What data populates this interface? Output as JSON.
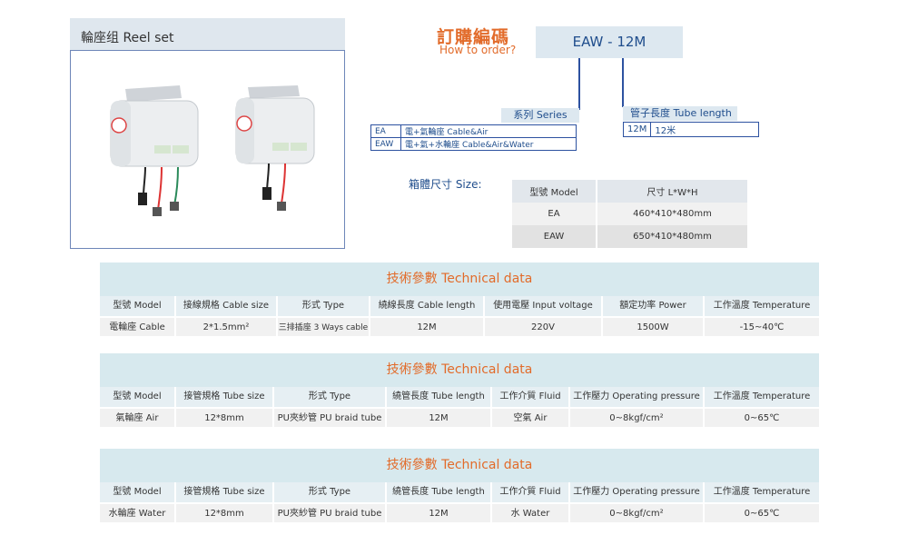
{
  "reel_set": {
    "title": "輪座组   Reel set"
  },
  "order": {
    "title": "訂購編碼",
    "subtitle": "How to order?",
    "model_code": "EAW - 12M",
    "series_label": "系列 Series",
    "series": [
      {
        "code": "EA",
        "desc": "電+氣輪座    Cable&Air"
      },
      {
        "code": "EAW",
        "desc": "電+氣+水輪座    Cable&Air&Water"
      }
    ],
    "tube_label": "管子長度  Tube length",
    "tube": [
      {
        "code": "12M",
        "desc": "12米"
      }
    ]
  },
  "size": {
    "label": "箱體尺寸    Size:",
    "headers": [
      "型號 Model",
      "尺寸 L*W*H"
    ],
    "rows": [
      [
        "EA",
        "460*410*480mm"
      ],
      [
        "EAW",
        "650*410*480mm"
      ]
    ]
  },
  "tech_tables": [
    {
      "title": "技術參數    Technical data",
      "headers": [
        "型號  Model",
        "接線規格  Cable size",
        "形式  Type",
        "繞線長度  Cable length",
        "使用電壓  Input voltage",
        "額定功率  Power",
        "工作溫度  Temperature"
      ],
      "values": [
        "電輪座  Cable",
        "2*1.5mm²",
        "三排插座  3 Ways cable",
        "12M",
        "220V",
        "1500W",
        "-15~40℃"
      ]
    },
    {
      "title": "技術參數    Technical data",
      "headers": [
        "型號  Model",
        "接管規格  Tube size",
        "形式  Type",
        "繞管長度  Tube length",
        "工作介質  Fluid",
        "工作壓力 Operating pressure",
        "工作溫度  Temperature"
      ],
      "values": [
        "氣輪座  Air",
        "12*8mm",
        "PU夾紗管  PU braid tube",
        "12M",
        "空氣  Air",
        "0~8kgf/cm²",
        "0~65℃"
      ]
    },
    {
      "title": "技術參數    Technical data",
      "headers": [
        "型號  Model",
        "接管規格  Tube size",
        "形式  Type",
        "繞管長度  Tube length",
        "工作介質  Fluid",
        "工作壓力 Operating pressure",
        "工作溫度  Temperature"
      ],
      "values": [
        "水輪座  Water",
        "12*8mm",
        "PU夾紗管  PU braid tube",
        "12M",
        "水  Water",
        "0~8kgf/cm²",
        "0~65℃"
      ]
    }
  ]
}
